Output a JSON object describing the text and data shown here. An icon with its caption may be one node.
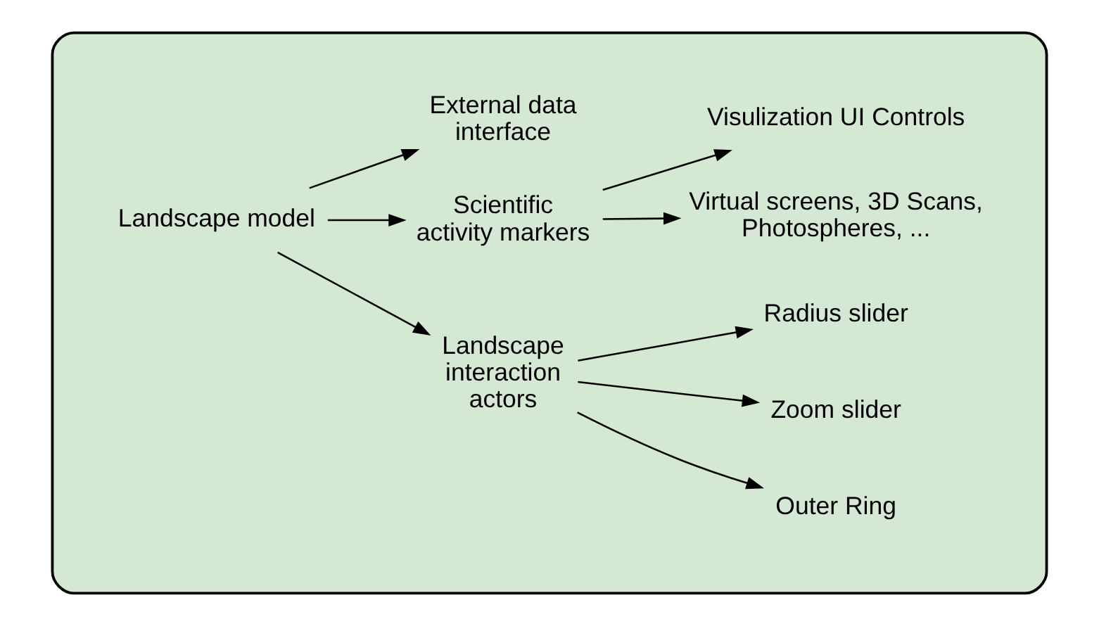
{
  "diagram": {
    "nodes": [
      {
        "text": [],
        "shape": "ellipse"
      },
      {
        "text": [
          "Landscape model"
        ],
        "in": 0
      },
      {
        "text": [
          "Landscape interaction actors"
        ],
        "in": 0
      },
      {
        "text": [
          "Outer Ring"
        ],
        "in": 0
      },
      {
        "text": [
          "Zoom slider"
        ],
        "in": 0
      },
      {
        "text": [
          "Radius slider"
        ],
        "in": 0
      },
      {
        "text": [
          "Scientific activity markers"
        ],
        "in": 0
      },
      {
        "text": [
          "Virtual screens, 3D Scans, Photospheres, ..."
        ],
        "in": 0
      },
      {
        "text": [
          "Visulization UI Controls"
        ],
        "in": 0
      },
      {
        "text": [
          "External data interface"
        ],
        "in": 0
      }
    ],
    "edges": [
      {
        "from": 1,
        "to": 2,
        "arrow": "to"
      },
      {
        "from": 1,
        "to": 6,
        "arrow": "to"
      },
      {
        "from": 1,
        "to": 9,
        "arrow": "to"
      },
      {
        "from": 2,
        "to": 3,
        "arrow": "to"
      },
      {
        "from": 2,
        "to": 4,
        "arrow": "to"
      },
      {
        "from": 2,
        "to": 5,
        "arrow": "to"
      },
      {
        "from": 6,
        "to": 7,
        "arrow": "to"
      },
      {
        "from": 6,
        "to": 8,
        "arrow": "to"
      }
    ]
  }
}
